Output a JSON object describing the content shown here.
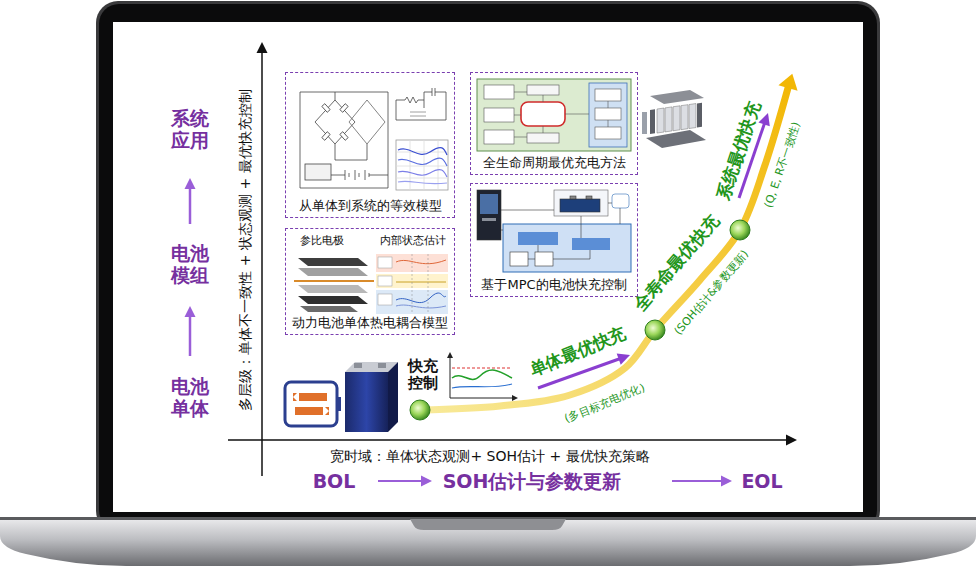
{
  "diagram": {
    "nodes": [
      {
        "text": [
          "从单体到系统的等效模型"
        ]
      },
      {
        "text": [
          "参比电极",
          "内部状态估计",
          "动力电池单体热电耦合模型"
        ]
      },
      {
        "text": [
          "全生命周期最优充电方法"
        ]
      },
      {
        "text": [
          "基于MPC的电池快充控制"
        ]
      }
    ],
    "labels": [
      "系统应用",
      "电池模组",
      "电池单体",
      "多层级：单体不一致性 + 状态观测 + 最优快充控制",
      "快充控制",
      "单体最优快充",
      "(多目标充电优化)",
      "全寿命最优快充",
      "(SOH估计&参数更新)",
      "系统最优快充",
      "(Q, E, R不一致性)",
      "宽时域：单体状态观测+ SOH估计 + 最优快充策略",
      "BOL",
      "SOH估计与参数更新",
      "EOL"
    ]
  }
}
